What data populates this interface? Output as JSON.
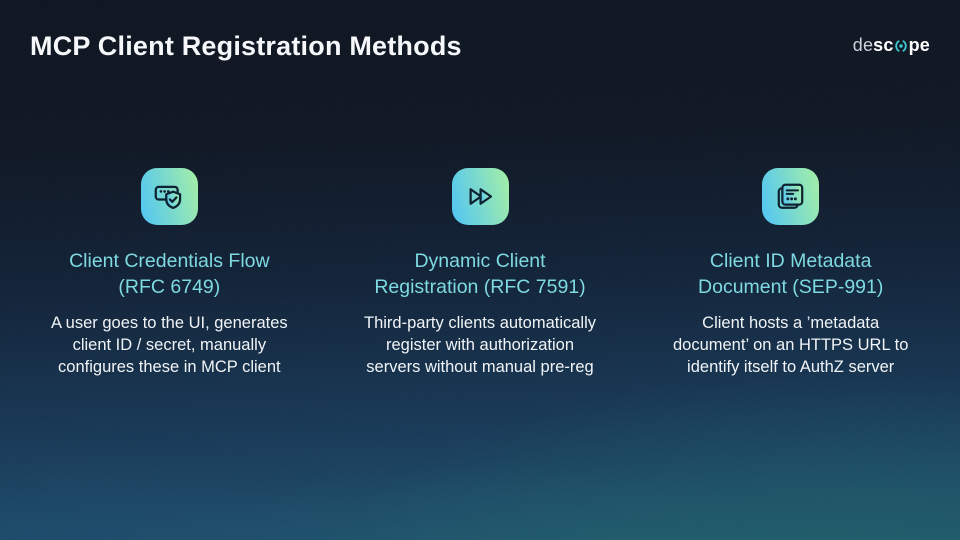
{
  "slide": {
    "title": "MCP Client Registration Methods",
    "logo": {
      "part1": "de",
      "part2": "sc",
      "part3": "pe",
      "o_icon": "descope-target-o-icon"
    },
    "colors": {
      "background_top": "#0c131f",
      "background_bottom_blue": "#1a4664",
      "background_bottom_teal": "#20746c",
      "heading_accent": "#7ed9e1",
      "body_text": "#f1f4f7",
      "icon_gradient_start": "#57c8ef",
      "icon_gradient_end": "#9fecab",
      "icon_glyph": "#0e2231",
      "logo_o_teal": "#3fc8d2"
    },
    "columns": [
      {
        "icon": "credentials-shield-check-icon",
        "heading_line1": "Client Credentials Flow",
        "heading_line2": "(RFC 6749)",
        "body_line1": "A user goes to the UI, generates",
        "body_line2": "client ID / secret, manually",
        "body_line3": "configures these in MCP client"
      },
      {
        "icon": "fast-forward-icon",
        "heading_line1": "Dynamic Client",
        "heading_line2": "Registration (RFC 7591)",
        "body_line1": "Third-party clients automatically",
        "body_line2": "register with authorization",
        "body_line3": "servers without manual pre-reg"
      },
      {
        "icon": "metadata-document-icon",
        "heading_line1": "Client ID Metadata",
        "heading_line2": "Document (SEP-991)",
        "body_line1": "Client hosts a ’metadata",
        "body_line2": "document’ on an HTTPS URL to",
        "body_line3": "identify itself to AuthZ server"
      }
    ]
  }
}
